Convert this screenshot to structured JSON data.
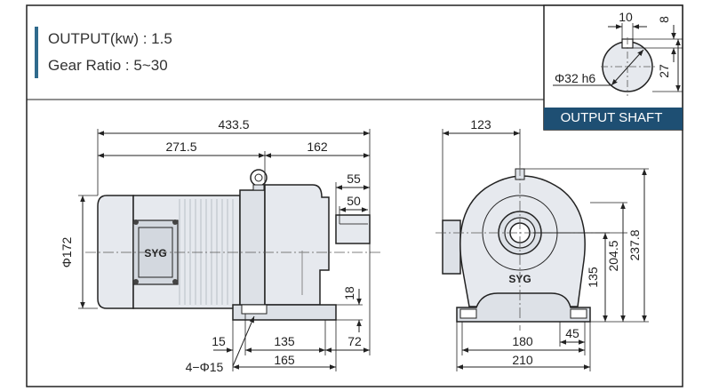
{
  "specs": {
    "output": "OUTPUT(kw) : 1.5",
    "gear_ratio": "Gear Ratio : 5~30"
  },
  "output_shaft": {
    "title": "OUTPUT SHAFT",
    "dim_width": "10",
    "dim_depth": "8",
    "dim_height": "27",
    "dim_diameter": "Φ32 h6"
  },
  "side_view": {
    "brand": "SYG",
    "dim_total_length": "433.5",
    "dim_motor_length": "271.5",
    "dim_gear_length": "162",
    "dim_shaft_length": "55",
    "dim_key_length": "50",
    "dim_motor_diameter": "Φ172",
    "dim_foot_thickness": "18",
    "dim_foot_offset": "15",
    "dim_foot_span": "135",
    "dim_shaft_offset": "72",
    "dim_foot_length": "165",
    "dim_bolt_holes": "4−Φ15"
  },
  "front_view": {
    "brand": "SYG",
    "dim_offset": "123",
    "dim_shaft_height": "135",
    "dim_center_height": "204.5",
    "dim_total_height": "237.8",
    "dim_base_width": "180",
    "dim_foot_width": "45",
    "dim_total_width": "210"
  },
  "colors": {
    "accent": "#2f6a8c",
    "label_bg": "#1e4f73",
    "body_fill": "#e6e9ee",
    "outline": "#222222",
    "dim_line": "#222222"
  }
}
